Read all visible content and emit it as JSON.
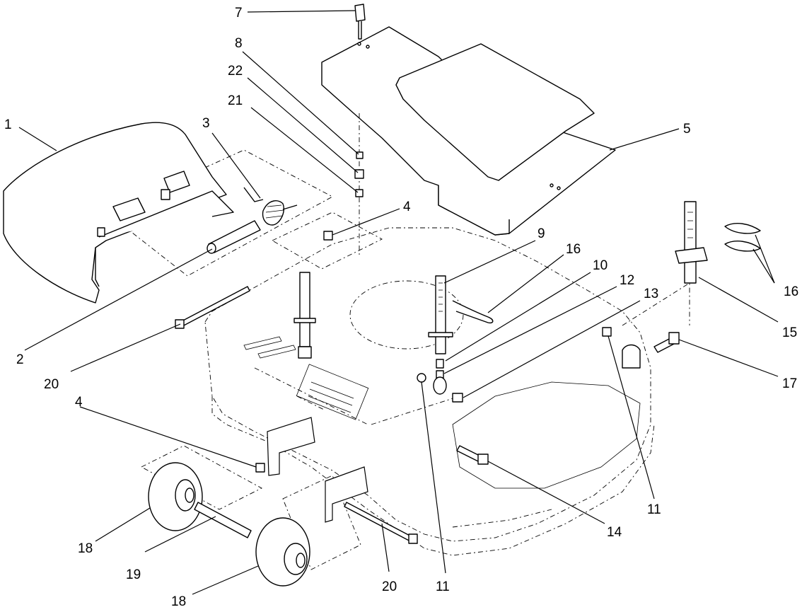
{
  "diagram": {
    "callouts": {
      "c1": "1",
      "c2": "2",
      "c3": "3",
      "c4a": "4",
      "c4b": "4",
      "c5": "5",
      "c7": "7",
      "c8": "8",
      "c9": "9",
      "c10": "10",
      "c11a": "11",
      "c11b": "11",
      "c12": "12",
      "c13": "13",
      "c14": "14",
      "c15": "15",
      "c16a": "16",
      "c16b": "16",
      "c17": "17",
      "c18a": "18",
      "c18b": "18",
      "c19": "19",
      "c20a": "20",
      "c20b": "20",
      "c21": "21",
      "c22": "22"
    }
  }
}
